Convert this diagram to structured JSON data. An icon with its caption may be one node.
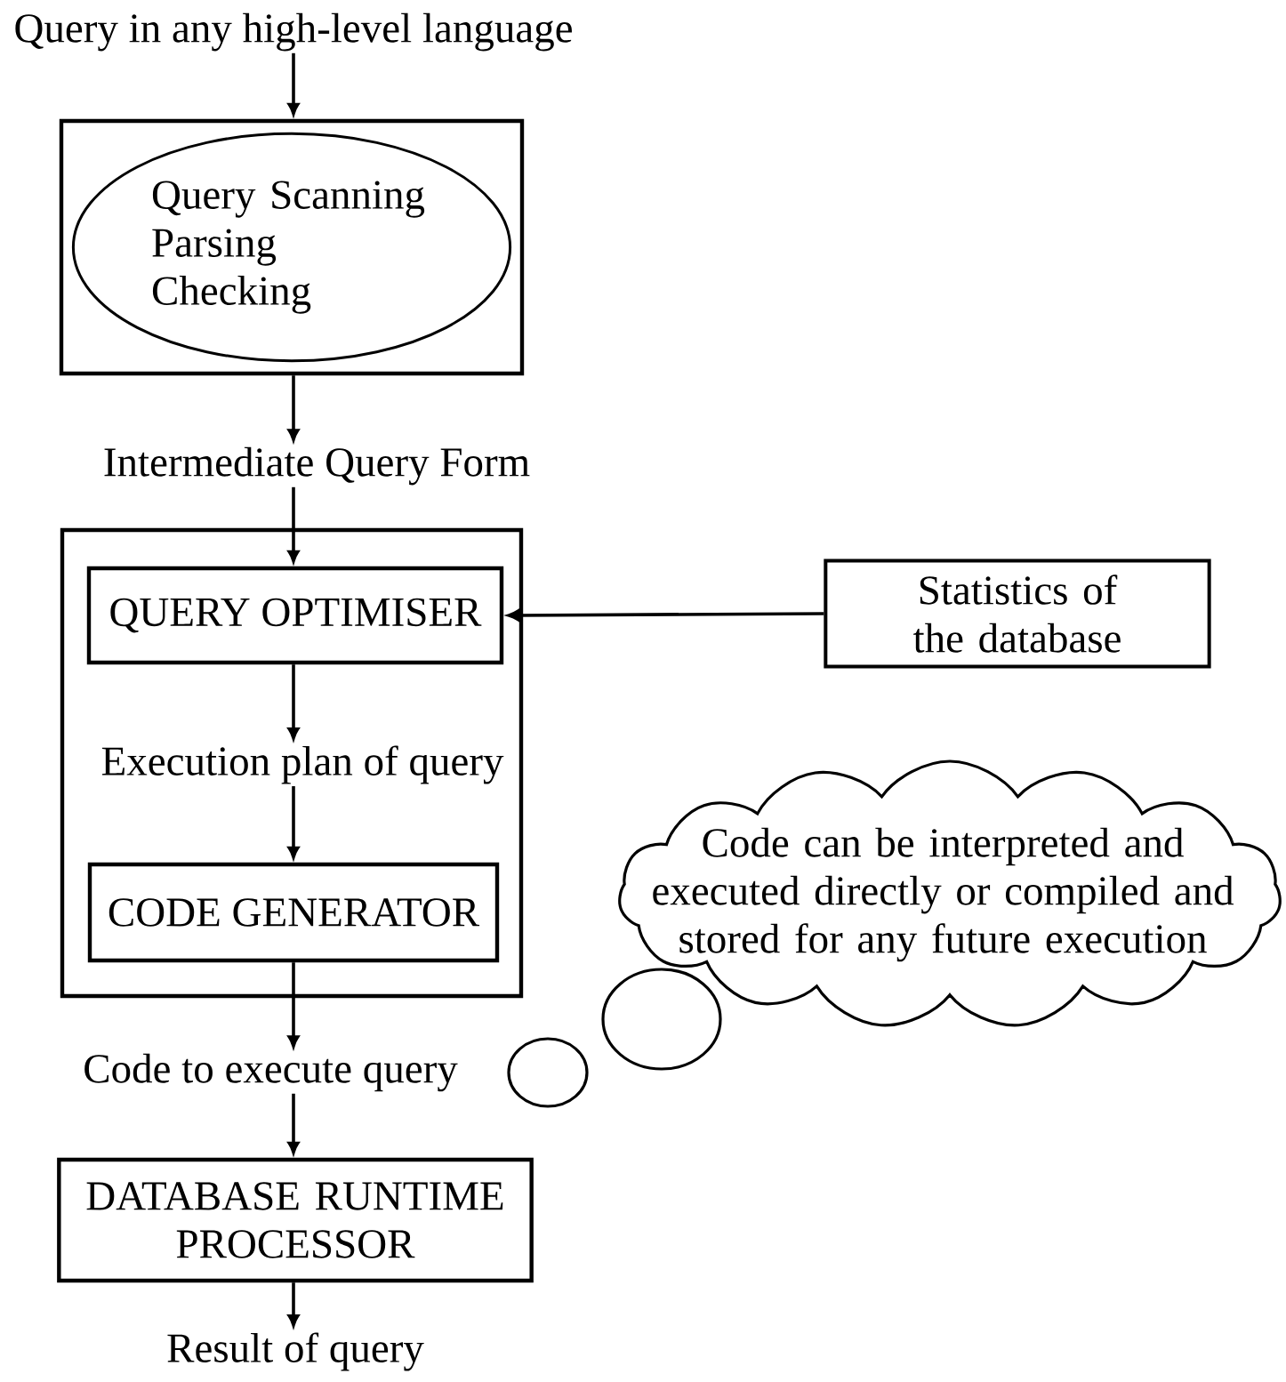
{
  "diagram": {
    "nodes": [
      {
        "text": [
          "Query in any high-level language"
        ]
      },
      {
        "text": [],
        "shape": "box"
      },
      {
        "text": [
          "Query Scanning Parsing Checking"
        ],
        "in": 1
      },
      {
        "text": [
          "Intermediate Query Form"
        ]
      },
      {
        "text": [],
        "shape": "box"
      },
      {
        "text": [
          "QUERY OPTIMISER"
        ],
        "in": 4
      },
      {
        "text": [
          "Execution plan of query"
        ],
        "in": 4
      },
      {
        "text": [
          "CODE GENERATOR"
        ],
        "in": 4
      },
      {
        "text": [
          "Statistics of the database"
        ]
      },
      {
        "text": [
          "Code can be interpreted and executed directly or compiled and stored for any future execution"
        ]
      },
      {
        "text": [
          "Code to execute query"
        ]
      },
      {
        "text": [
          "DATABASE RUNTIME PROCESSOR"
        ]
      },
      {
        "text": [
          "Result of query"
        ]
      }
    ],
    "edges": [
      {
        "from": 0,
        "to": 1,
        "arrow": "to"
      },
      {
        "from": 1,
        "to": 3,
        "arrow": "to"
      },
      {
        "from": 3,
        "to": 5,
        "arrow": "to"
      },
      {
        "from": 5,
        "to": 6,
        "arrow": "to"
      },
      {
        "from": 6,
        "to": 7,
        "arrow": "to"
      },
      {
        "from": 8,
        "to": 5,
        "arrow": "to"
      },
      {
        "from": 7,
        "to": 10,
        "arrow": "to"
      },
      {
        "from": 10,
        "to": 11,
        "arrow": "to"
      },
      {
        "from": 11,
        "to": 12,
        "arrow": "to"
      }
    ]
  }
}
